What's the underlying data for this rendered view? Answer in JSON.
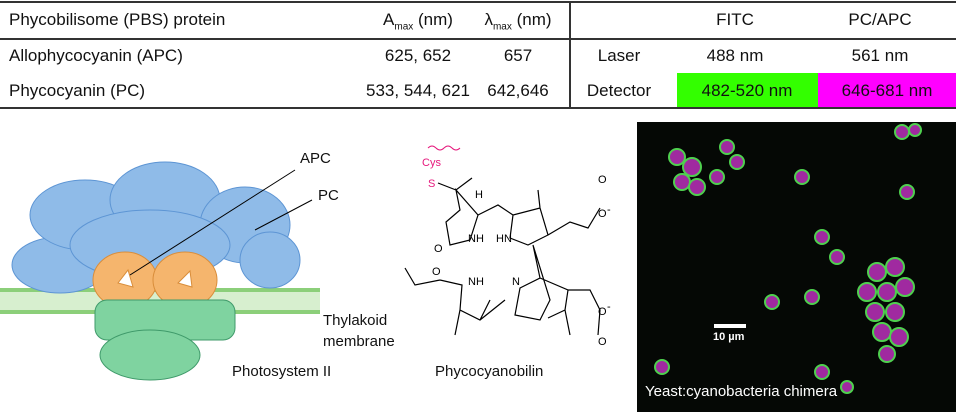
{
  "table_left": {
    "headers": {
      "protein": "Phycobilisome (PBS) protein",
      "amax": "A",
      "amax_sub": "max",
      "amax_unit": " (nm)",
      "lmax": "λ",
      "lmax_sub": "max",
      "lmax_unit": " (nm)"
    },
    "rows": [
      {
        "protein": "Allophycocyanin (APC)",
        "amax": "625, 652",
        "lmax": "657"
      },
      {
        "protein": "Phycocyanin (PC)",
        "amax": "533, 544, 621",
        "lmax": "642,646"
      }
    ]
  },
  "table_right": {
    "headers": [
      "FITC",
      "PC/APC"
    ],
    "rows": [
      {
        "label": "Laser",
        "fitc": "488 nm",
        "pcapc": "561 nm"
      },
      {
        "label": "Detector",
        "fitc": "482-520 nm",
        "pcapc": "646-681 nm"
      }
    ],
    "colors": {
      "fitc": "#33ff00",
      "pcapc": "#ff00ff"
    }
  },
  "illustration": {
    "apc": "APC",
    "pc": "PC",
    "membrane_line1": "Thylakoid",
    "membrane_line2": "membrane",
    "ps2": "Photosystem II"
  },
  "molecule": {
    "name": "Phycocyanobilin",
    "cys": "Cys",
    "s": "S",
    "nh1": "NH",
    "hn": "HN",
    "nh2": "NH",
    "n": "N",
    "h": "H",
    "o1": "O",
    "o2": "O",
    "o3": "O",
    "o4": "O",
    "o5": "O",
    "o6": "O",
    "minus": "-",
    "accent": "#e6197d"
  },
  "micrograph": {
    "scale_label": "10 µm",
    "caption": "Yeast:cyanobacteria chimera"
  }
}
